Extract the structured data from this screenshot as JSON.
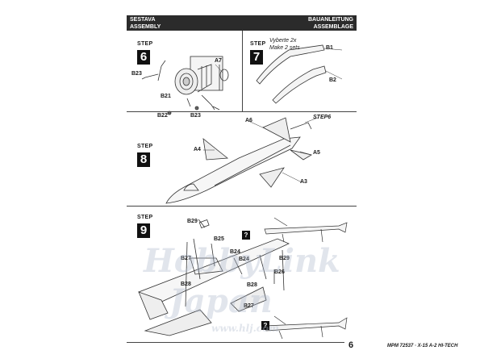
{
  "header": {
    "left_line1": "SESTAVA",
    "left_line2": "ASSEMBLY",
    "right_line1": "BAUANLEITUNG",
    "right_line2": "ASSEMBLAGE"
  },
  "steps": [
    {
      "word": "STEP",
      "number": "6"
    },
    {
      "word": "STEP",
      "number": "7"
    },
    {
      "word": "STEP",
      "number": "8"
    },
    {
      "word": "STEP",
      "number": "9"
    }
  ],
  "step7_note": {
    "line1": "Vyberte 2x",
    "line2": "Make 2 sets"
  },
  "labels": {
    "a7": "A7",
    "b23a": "B23",
    "b21": "B21",
    "b22": "B22",
    "b23b": "B23",
    "b1": "B1",
    "b2": "B2",
    "a6": "A6",
    "step6ref": "STEP6",
    "a4": "A4",
    "a5": "A5",
    "a3": "A3",
    "b29a": "B29",
    "b25": "B25",
    "b24a": "B24",
    "b24b": "B24",
    "b27a": "B27",
    "b28a": "B28",
    "b28b": "B28",
    "b26": "B26",
    "b29b": "B29",
    "b27b": "B27"
  },
  "qmark": "?",
  "footer": {
    "code": "MPM 72537 · X-15 A-2 HI-TECH",
    "page": "6"
  },
  "watermark": {
    "line1": "HobbyLink",
    "line2": "Japan",
    "url": "www.hlj.com"
  }
}
